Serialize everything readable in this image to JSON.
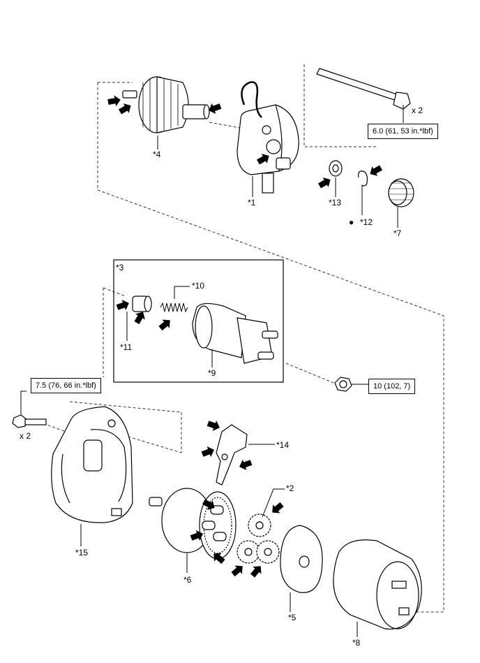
{
  "labels": {
    "p1": "*1",
    "p2": "*2",
    "p3": "*3",
    "p4": "*4",
    "p5": "*5",
    "p6": "*6",
    "p7": "*7",
    "p8": "*8",
    "p9": "*9",
    "p10": "*10",
    "p11": "*11",
    "p12": "*12",
    "p13": "*13",
    "p14": "*14",
    "p15": "*15"
  },
  "torque": {
    "bolt_top": "6.0 (61, 53 in.*lbf)",
    "bolt_left": "7.5 (76, 66 in.*lbf)",
    "nut": "10 (102, 7)"
  },
  "quantities": {
    "bolt_top": "x 2",
    "bolt_left": "x 2"
  },
  "legend": {
    "replace_marker": "●"
  },
  "icons": [
    "grease-arrow-icon",
    "non-reusable-part-dot-icon"
  ]
}
